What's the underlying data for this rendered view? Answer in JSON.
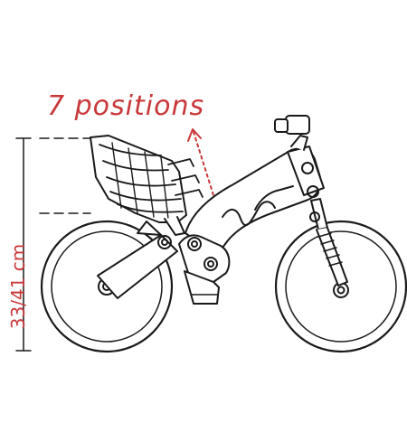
{
  "labels": {
    "positions": "7 positions",
    "height": "33/41 cm"
  },
  "colors": {
    "line": "#1a1a1a",
    "annotation": "#c8383a",
    "background": "#ffffff"
  },
  "drawing": {
    "subject": "balance bike",
    "basket_wires": 5
  }
}
